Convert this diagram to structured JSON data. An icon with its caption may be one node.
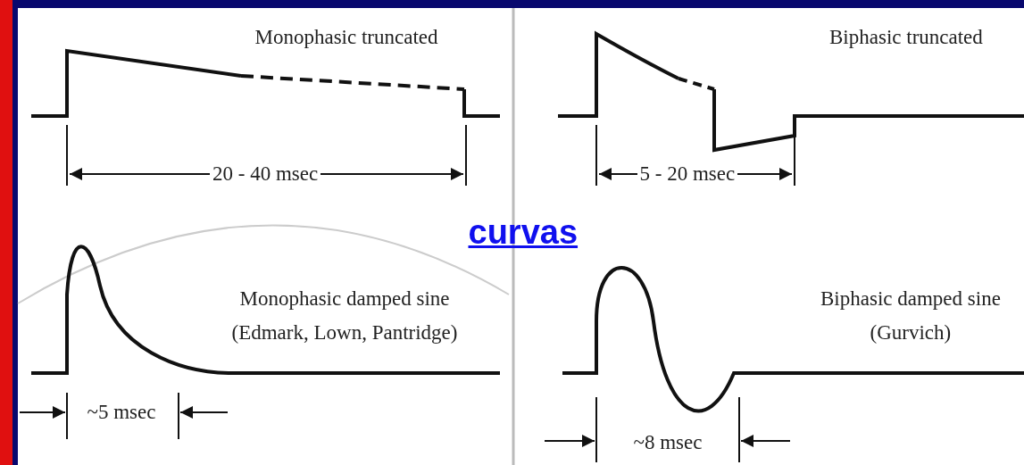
{
  "diagram": {
    "labels": [
      "Monophasic truncated",
      "Biphasic truncated",
      "20 - 40 msec",
      "5 - 20 msec",
      "curvas",
      "Monophasic damped sine",
      "(Edmark, Lown, Pantridge)",
      "Biphasic damped sine",
      "(Gurvich)",
      "~5 msec",
      "~8 msec"
    ]
  }
}
